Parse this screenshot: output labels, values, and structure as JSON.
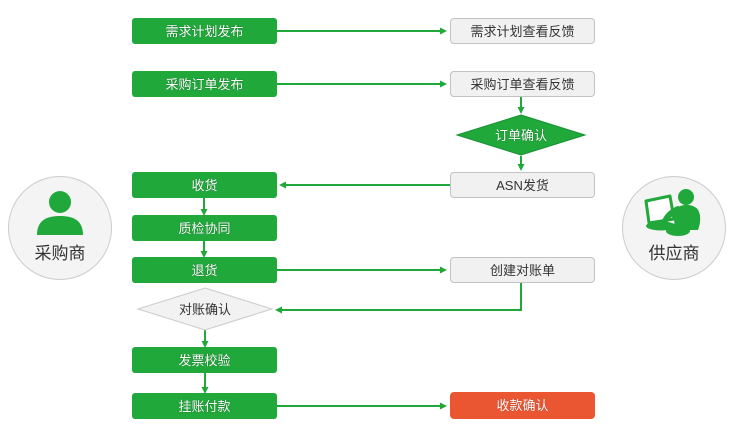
{
  "diagram": {
    "actors": {
      "buyer": {
        "label": "采购商"
      },
      "supplier": {
        "label": "供应商"
      }
    },
    "nodes": {
      "demand_publish": {
        "label": "需求计划发布",
        "type": "green-box"
      },
      "demand_feedback": {
        "label": "需求计划查看反馈",
        "type": "light-box"
      },
      "po_publish": {
        "label": "采购订单发布",
        "type": "green-box"
      },
      "po_feedback": {
        "label": "采购订单查看反馈",
        "type": "light-box"
      },
      "order_confirm": {
        "label": "订单确认",
        "type": "green-diamond"
      },
      "receive": {
        "label": "收货",
        "type": "green-box"
      },
      "asn_ship": {
        "label": "ASN发货",
        "type": "light-box"
      },
      "quality_collab": {
        "label": "质检协同",
        "type": "green-box"
      },
      "return_goods": {
        "label": "退货",
        "type": "green-box"
      },
      "create_statement": {
        "label": "创建对账单",
        "type": "light-box"
      },
      "statement_confirm": {
        "label": "对账确认",
        "type": "gray-diamond"
      },
      "invoice_check": {
        "label": "发票校验",
        "type": "green-box"
      },
      "pending_payment": {
        "label": "挂账付款",
        "type": "green-box"
      },
      "receipt_confirm": {
        "label": "收款确认",
        "type": "red-box"
      }
    },
    "edges": [
      {
        "from": "demand_publish",
        "to": "demand_feedback"
      },
      {
        "from": "po_publish",
        "to": "po_feedback"
      },
      {
        "from": "po_feedback",
        "to": "order_confirm"
      },
      {
        "from": "order_confirm",
        "to": "asn_ship"
      },
      {
        "from": "asn_ship",
        "to": "receive"
      },
      {
        "from": "receive",
        "to": "quality_collab"
      },
      {
        "from": "quality_collab",
        "to": "return_goods"
      },
      {
        "from": "return_goods",
        "to": "create_statement"
      },
      {
        "from": "create_statement",
        "to": "statement_confirm"
      },
      {
        "from": "statement_confirm",
        "to": "invoice_check"
      },
      {
        "from": "invoice_check",
        "to": "pending_payment"
      },
      {
        "from": "pending_payment",
        "to": "receipt_confirm"
      }
    ],
    "colors": {
      "green": "#21a83b",
      "green_diamond_border": "#179132",
      "red": "#ea5532",
      "light_box_bg": "#f1f1f1",
      "light_box_border": "#c2c2c2",
      "gray_diamond_bg": "#f2f2f2",
      "gray_diamond_border": "#cbcbcb",
      "dark_text": "#333333",
      "circle_bg": "#f4f4f4",
      "circle_border": "#cccccc"
    }
  }
}
